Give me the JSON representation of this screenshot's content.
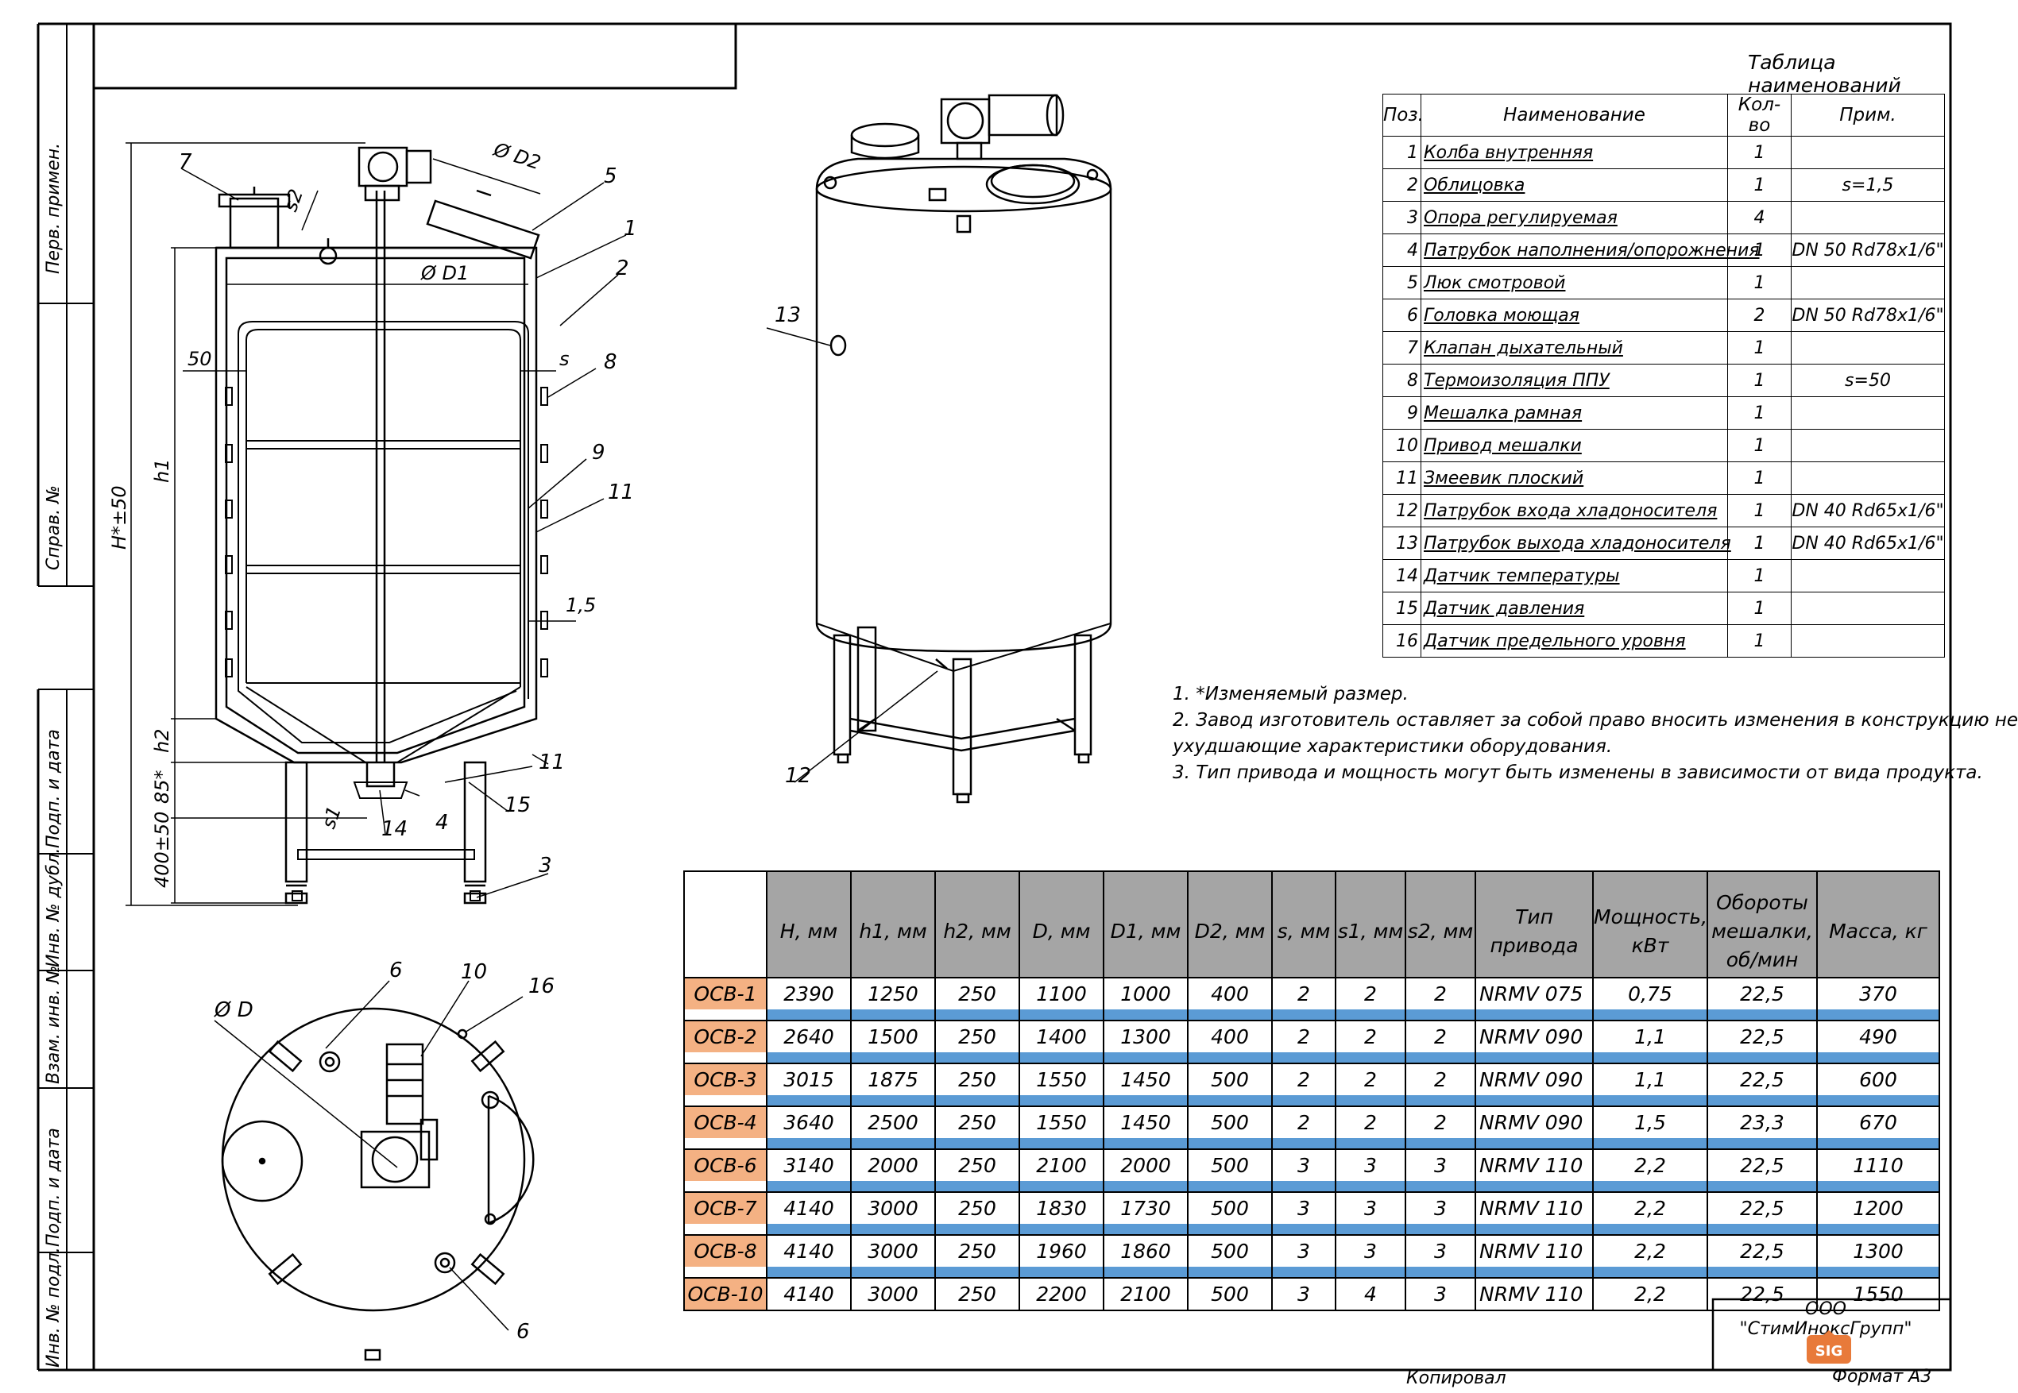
{
  "side_stamp": [
    "Перв. примен.",
    "Справ. №",
    "Подп. и дата",
    "Инв. № дубл.",
    "Взам. инв. №",
    "Подп. и дата",
    "Инв. № подл."
  ],
  "drawing_labels": {
    "d2": "Ø D2",
    "d1": "Ø D1",
    "d": "Ø D",
    "h_total": "H*±50",
    "h1": "h1",
    "h2": "h2",
    "s": "s",
    "s1": "s1",
    "s2": "s2",
    "t50": "50",
    "t1_5": "1,5",
    "t85": "85*",
    "t400": "400±50"
  },
  "callouts": {
    "front": [
      "7",
      "5",
      "1",
      "2",
      "8",
      "9",
      "11",
      "11",
      "15",
      "4",
      "14",
      "3"
    ],
    "iso": [
      "13",
      "12"
    ],
    "top": [
      "6",
      "10",
      "16",
      "6"
    ]
  },
  "parts_table": {
    "title": "Таблица наименований",
    "headers": [
      "Поз.",
      "Наименование",
      "Кол-во",
      "Прим."
    ],
    "rows": [
      {
        "pos": "1",
        "name": "Колба внутренняя",
        "qty": "1",
        "note": ""
      },
      {
        "pos": "2",
        "name": "Облицовка",
        "qty": "1",
        "note": "s=1,5"
      },
      {
        "pos": "3",
        "name": "Опора регулируемая",
        "qty": "4",
        "note": ""
      },
      {
        "pos": "4",
        "name": "Патрубок наполнения/опорожнения",
        "qty": "1",
        "note": "DN 50 Rd78x1/6\""
      },
      {
        "pos": "5",
        "name": "Люк смотровой",
        "qty": "1",
        "note": ""
      },
      {
        "pos": "6",
        "name": "Головка моющая",
        "qty": "2",
        "note": "DN 50 Rd78x1/6\""
      },
      {
        "pos": "7",
        "name": "Клапан дыхательный",
        "qty": "1",
        "note": ""
      },
      {
        "pos": "8",
        "name": "Термоизоляция ППУ",
        "qty": "1",
        "note": "s=50"
      },
      {
        "pos": "9",
        "name": "Мешалка рамная",
        "qty": "1",
        "note": ""
      },
      {
        "pos": "10",
        "name": "Привод мешалки",
        "qty": "1",
        "note": ""
      },
      {
        "pos": "11",
        "name": "Змеевик плоский",
        "qty": "1",
        "note": ""
      },
      {
        "pos": "12",
        "name": "Патрубок входа хладоносителя",
        "qty": "1",
        "note": "DN 40 Rd65x1/6\""
      },
      {
        "pos": "13",
        "name": "Патрубок выхода хладоносителя",
        "qty": "1",
        "note": "DN 40 Rd65x1/6\""
      },
      {
        "pos": "14",
        "name": "Датчик температуры",
        "qty": "1",
        "note": ""
      },
      {
        "pos": "15",
        "name": "Датчик давления",
        "qty": "1",
        "note": ""
      },
      {
        "pos": "16",
        "name": "Датчик предельного уровня",
        "qty": "1",
        "note": ""
      }
    ]
  },
  "notes": [
    "1. *Изменяемый размер.",
    "2. Завод изготовитель оставляет за собой право вносить изменения в конструкцию не",
    "ухудшающие характеристики оборудования.",
    "3. Тип привода и мощность могут быть изменены в зависимости от вида продукта."
  ],
  "spec_table": {
    "headers": [
      "",
      "H, мм",
      "h1, мм",
      "h2, мм",
      "D, мм",
      "D1, мм",
      "D2, мм",
      "s, мм",
      "s1, мм",
      "s2, мм",
      "Тип привода",
      "Мощность, кВт",
      "Обороты мешалки, об/мин",
      "Масса, кг"
    ],
    "rows": [
      [
        "ОСВ-1",
        "2390",
        "1250",
        "250",
        "1100",
        "1000",
        "400",
        "2",
        "2",
        "2",
        "NRMV 075",
        "0,75",
        "22,5",
        "370"
      ],
      [
        "ОСВ-2",
        "2640",
        "1500",
        "250",
        "1400",
        "1300",
        "400",
        "2",
        "2",
        "2",
        "NRMV 090",
        "1,1",
        "22,5",
        "490"
      ],
      [
        "ОСВ-3",
        "3015",
        "1875",
        "250",
        "1550",
        "1450",
        "500",
        "2",
        "2",
        "2",
        "NRMV 090",
        "1,1",
        "22,5",
        "600"
      ],
      [
        "ОСВ-4",
        "3640",
        "2500",
        "250",
        "1550",
        "1450",
        "500",
        "2",
        "2",
        "2",
        "NRMV 090",
        "1,5",
        "23,3",
        "670"
      ],
      [
        "ОСВ-6",
        "3140",
        "2000",
        "250",
        "2100",
        "2000",
        "500",
        "3",
        "3",
        "3",
        "NRMV 110",
        "2,2",
        "22,5",
        "1110"
      ],
      [
        "ОСВ-7",
        "4140",
        "3000",
        "250",
        "1830",
        "1730",
        "500",
        "3",
        "3",
        "3",
        "NRMV 110",
        "2,2",
        "22,5",
        "1200"
      ],
      [
        "ОСВ-8",
        "4140",
        "3000",
        "250",
        "1960",
        "1860",
        "500",
        "3",
        "3",
        "3",
        "NRMV 110",
        "2,2",
        "22,5",
        "1300"
      ],
      [
        "ОСВ-10",
        "4140",
        "3000",
        "250",
        "2200",
        "2100",
        "500",
        "3",
        "4",
        "3",
        "NRMV 110",
        "2,2",
        "22,5",
        "1550"
      ]
    ],
    "colors": {
      "header_bg": "#a5a5a5",
      "model_bg": "#f4b183",
      "separator": "#5b9bd5"
    }
  },
  "title_block": {
    "company": "ООО \"СтимИноксГрупп\"",
    "format": "Формат А3",
    "copied": "Копировал",
    "logo_text": "SIG"
  }
}
